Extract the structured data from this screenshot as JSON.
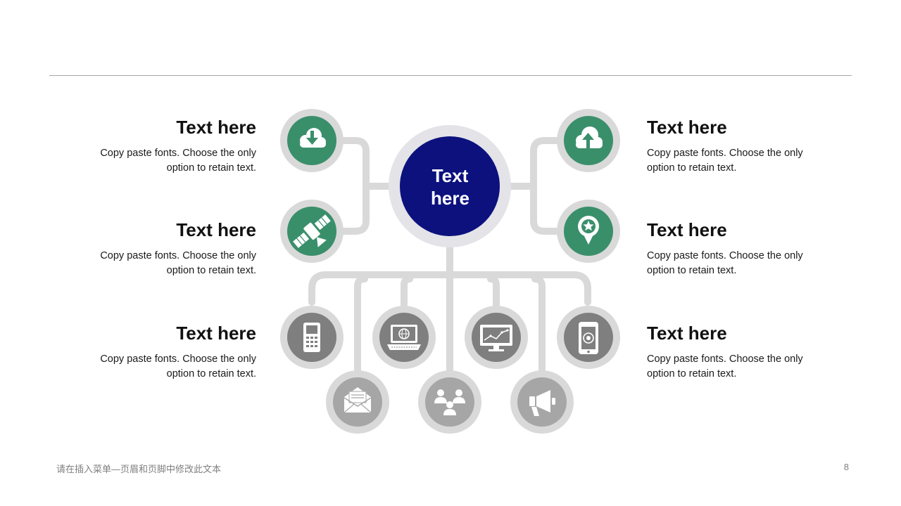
{
  "center": {
    "line1": "Text",
    "line2": "here"
  },
  "blocks": [
    {
      "title": "Text here",
      "line1": "Copy paste fonts. Choose the only",
      "line2": "option to retain text."
    },
    {
      "title": "Text here",
      "line1": "Copy paste fonts. Choose the only",
      "line2": "option to retain text."
    },
    {
      "title": "Text here",
      "line1": "Copy paste fonts. Choose the only",
      "line2": "option to retain text."
    },
    {
      "title": "Text here",
      "line1": "Copy paste fonts. Choose the only",
      "line2": "option to retain text."
    },
    {
      "title": "Text here",
      "line1": "Copy paste fonts. Choose the only",
      "line2": "option to retain text."
    },
    {
      "title": "Text here",
      "line1": "Copy paste fonts. Choose the only",
      "line2": "option to retain text."
    }
  ],
  "footer": {
    "text": "请在插入菜单—页眉和页脚中修改此文本",
    "page_number": "8"
  },
  "colors": {
    "center": "#0c117e",
    "green": "#3a8f6b",
    "gray_icon": "#7f7f7f",
    "light_gray_icon": "#a6a6a6",
    "ring": "#d9d9d9",
    "connector": "#d9d9d9"
  },
  "icons": {
    "green": [
      "cloud-download-icon",
      "satellite-icon",
      "cloud-upload-icon",
      "location-pin-star-icon"
    ],
    "gray": [
      "mobile-phone-icon",
      "laptop-globe-icon",
      "monitor-chart-icon",
      "smartphone-target-icon",
      "envelope-icon",
      "people-group-icon",
      "megaphone-icon"
    ]
  }
}
